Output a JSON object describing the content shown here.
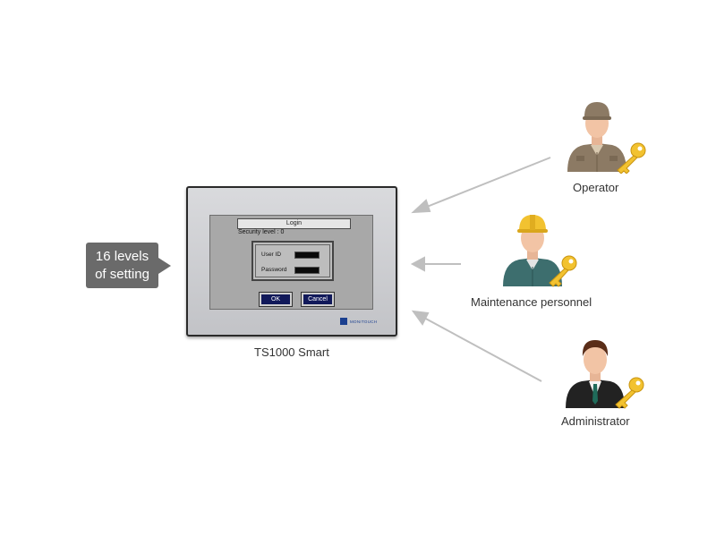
{
  "callout": {
    "line1": "16 levels",
    "line2": "of setting"
  },
  "device": {
    "caption": "TS1000 Smart",
    "screen": {
      "title": "Login",
      "security_level": "Security level : 0",
      "user_id_label": "User ID",
      "password_label": "Password",
      "ok_label": "OK",
      "cancel_label": "Cancel"
    },
    "brand": "MONITOUCH"
  },
  "roles": [
    {
      "label": "Operator",
      "icon": "operator-icon"
    },
    {
      "label": "Maintenance personnel",
      "icon": "maintenance-personnel-icon"
    },
    {
      "label": "Administrator",
      "icon": "administrator-icon"
    }
  ],
  "colors": {
    "callout": "#6a6a6a",
    "arrow": "#bfbfbf",
    "key": "#f2c230",
    "screen_button": "#11195a"
  }
}
